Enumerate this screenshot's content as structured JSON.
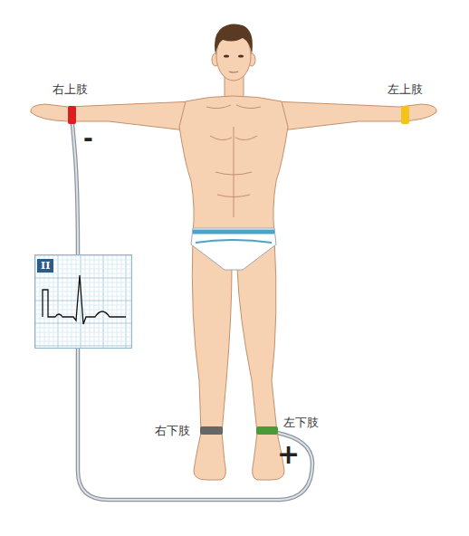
{
  "diagram": {
    "nodes": [
      {
        "text": [
          "II"
        ]
      }
    ],
    "labels": [
      "右上肢",
      "左上肢",
      "-",
      "右下肢",
      "左下肢",
      "+"
    ]
  }
}
